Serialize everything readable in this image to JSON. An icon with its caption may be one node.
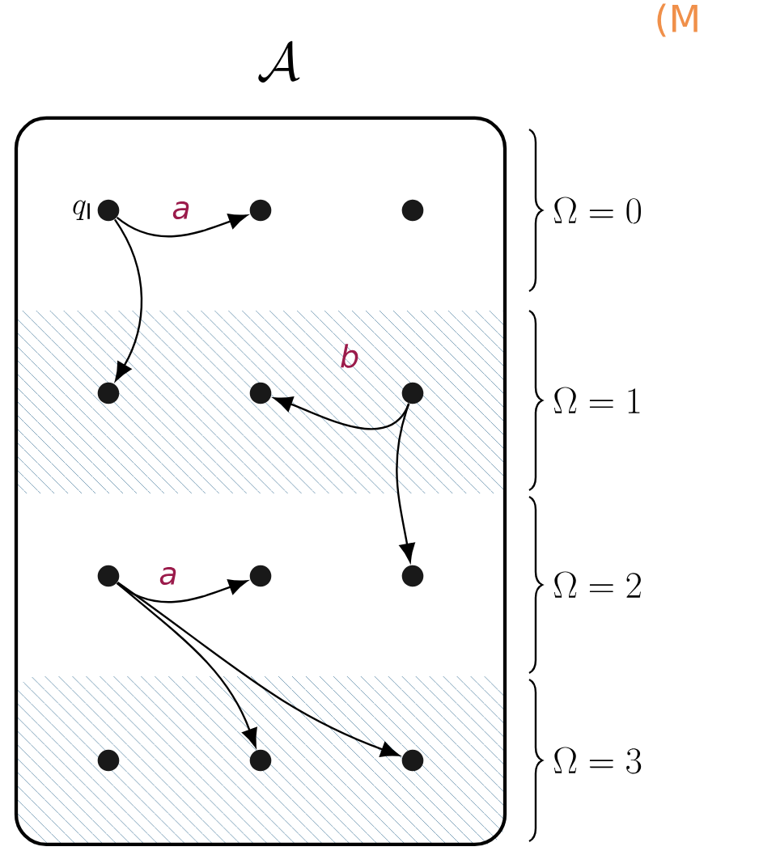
{
  "diagram": {
    "nodes": [
      {
        "text": [
          "\\mathcal{A}"
        ]
      },
      {
        "text": [],
        "shape": "circle",
        "in": 0,
        "beside": [
          "q_\\mathrm{I}"
        ]
      },
      {
        "text": [],
        "shape": "circle",
        "in": 0
      },
      {
        "text": [],
        "shape": "circle",
        "in": 0
      },
      {
        "text": [],
        "shape": "circle",
        "in": 0
      },
      {
        "text": [],
        "shape": "circle",
        "in": 0
      },
      {
        "text": [],
        "shape": "circle",
        "in": 0
      },
      {
        "text": [],
        "shape": "circle",
        "in": 0
      },
      {
        "text": [],
        "shape": "circle",
        "in": 0
      },
      {
        "text": [],
        "shape": "circle",
        "in": 0
      },
      {
        "text": [],
        "shape": "circle",
        "in": 0
      },
      {
        "text": [],
        "shape": "circle",
        "in": 0
      },
      {
        "text": [],
        "shape": "circle",
        "in": 0
      }
    ],
    "edges": [
      {
        "from": 1,
        "to": 2,
        "arrow": "to",
        "label": "a"
      },
      {
        "from": 1,
        "to": 4,
        "arrow": "to"
      },
      {
        "from": 6,
        "to": 5,
        "arrow": "to",
        "label": "b"
      },
      {
        "from": 6,
        "to": 9,
        "arrow": "to"
      },
      {
        "from": 7,
        "to": 8,
        "arrow": "to",
        "label": "a"
      },
      {
        "from": 7,
        "to": 11,
        "arrow": "to"
      },
      {
        "from": 7,
        "to": 12,
        "arrow": "to"
      }
    ],
    "labels": [
      "(M",
      "\\Omega = 0",
      "\\Omega = 1",
      "\\Omega = 2",
      "\\Omega = 3"
    ]
  }
}
